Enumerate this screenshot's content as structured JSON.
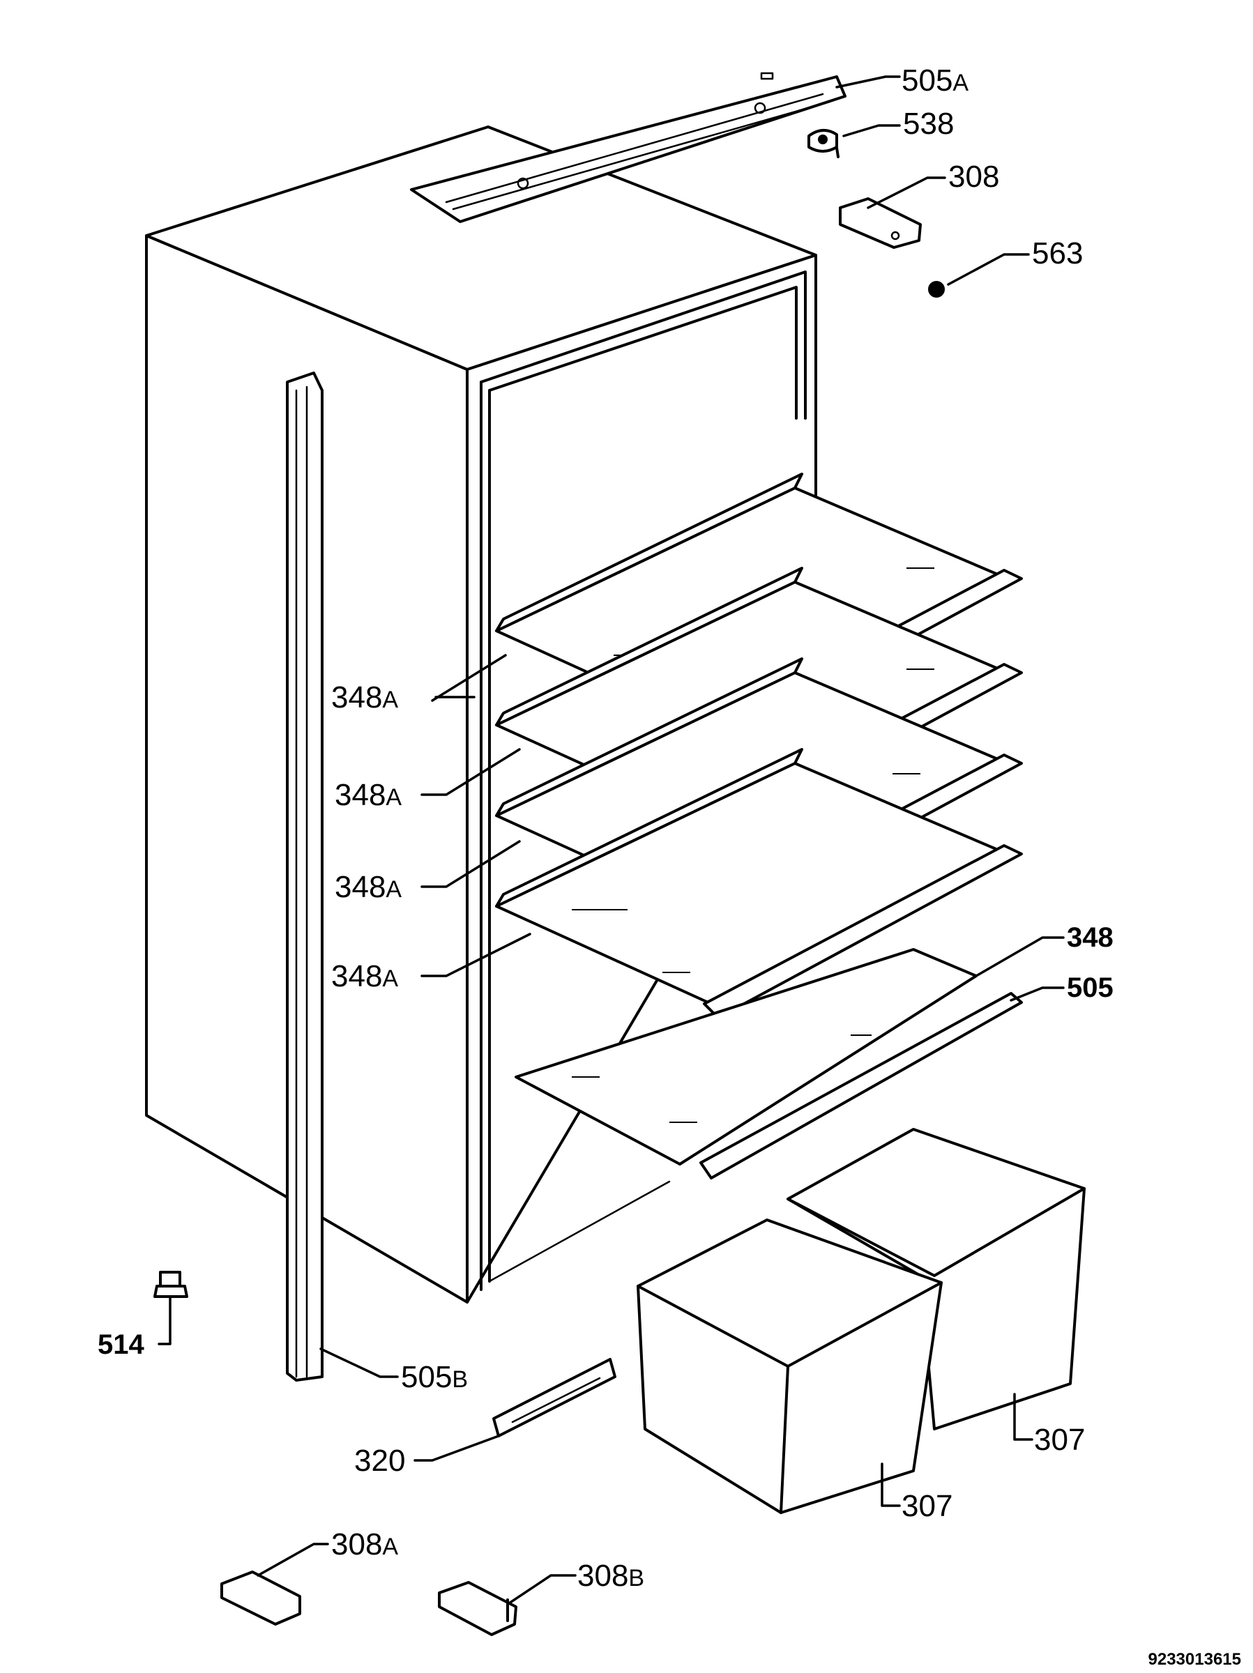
{
  "labels": [
    {
      "id": "505A",
      "num": "505",
      "suffix": "A"
    },
    {
      "id": "538",
      "num": "538",
      "suffix": ""
    },
    {
      "id": "308",
      "num": "308",
      "suffix": ""
    },
    {
      "id": "563",
      "num": "563",
      "suffix": ""
    },
    {
      "id": "348A-1",
      "num": "348",
      "suffix": "A"
    },
    {
      "id": "348A-2",
      "num": "348",
      "suffix": "A"
    },
    {
      "id": "348A-3",
      "num": "348",
      "suffix": "A"
    },
    {
      "id": "348A-4",
      "num": "348",
      "suffix": "A"
    },
    {
      "id": "348",
      "num": "348",
      "suffix": ""
    },
    {
      "id": "505",
      "num": "505",
      "suffix": ""
    },
    {
      "id": "514",
      "num": "514",
      "suffix": ""
    },
    {
      "id": "505B",
      "num": "505",
      "suffix": "B"
    },
    {
      "id": "320",
      "num": "320",
      "suffix": ""
    },
    {
      "id": "307-1",
      "num": "307",
      "suffix": ""
    },
    {
      "id": "307-2",
      "num": "307",
      "suffix": ""
    },
    {
      "id": "308A",
      "num": "308",
      "suffix": "A"
    },
    {
      "id": "308B",
      "num": "308",
      "suffix": "B"
    }
  ],
  "reference_number": "9233013615"
}
